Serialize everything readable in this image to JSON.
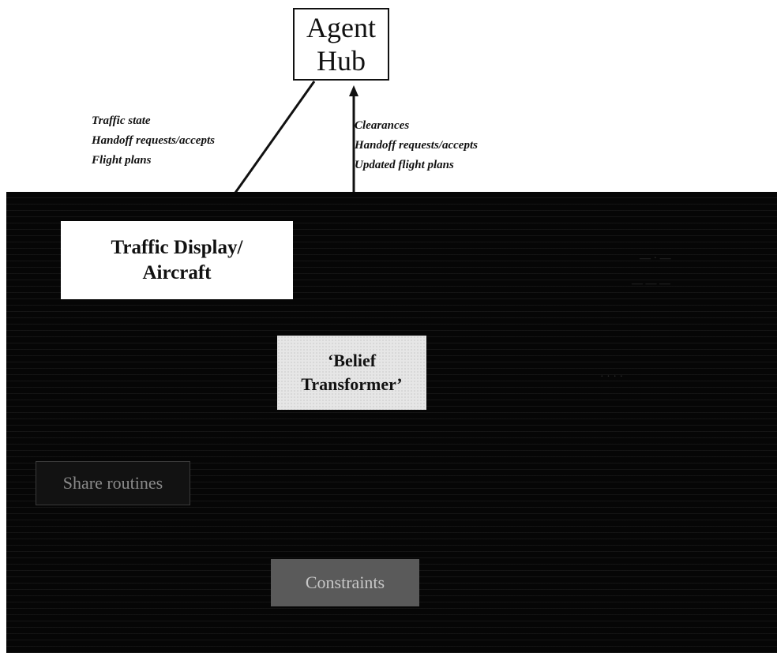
{
  "hub": {
    "line1": "Agent",
    "line2": "Hub"
  },
  "left_labels": [
    "Traffic state",
    "Handoff requests/accepts",
    "Flight plans"
  ],
  "right_labels": [
    "Clearances",
    "Handoff requests/accepts",
    "Updated flight plans"
  ],
  "traffic_box": {
    "line1": "Traffic Display/",
    "line2": "Aircraft"
  },
  "belief_box": {
    "line1": "‘Belief",
    "line2": "Transformer’"
  },
  "faint_left_box": "Share routines",
  "faint_bottom_box": "Constraints",
  "colors": {
    "panel": "#060606",
    "belief_box": "#e6e6e6",
    "faint_bottom_box": "#5a5a5a"
  }
}
